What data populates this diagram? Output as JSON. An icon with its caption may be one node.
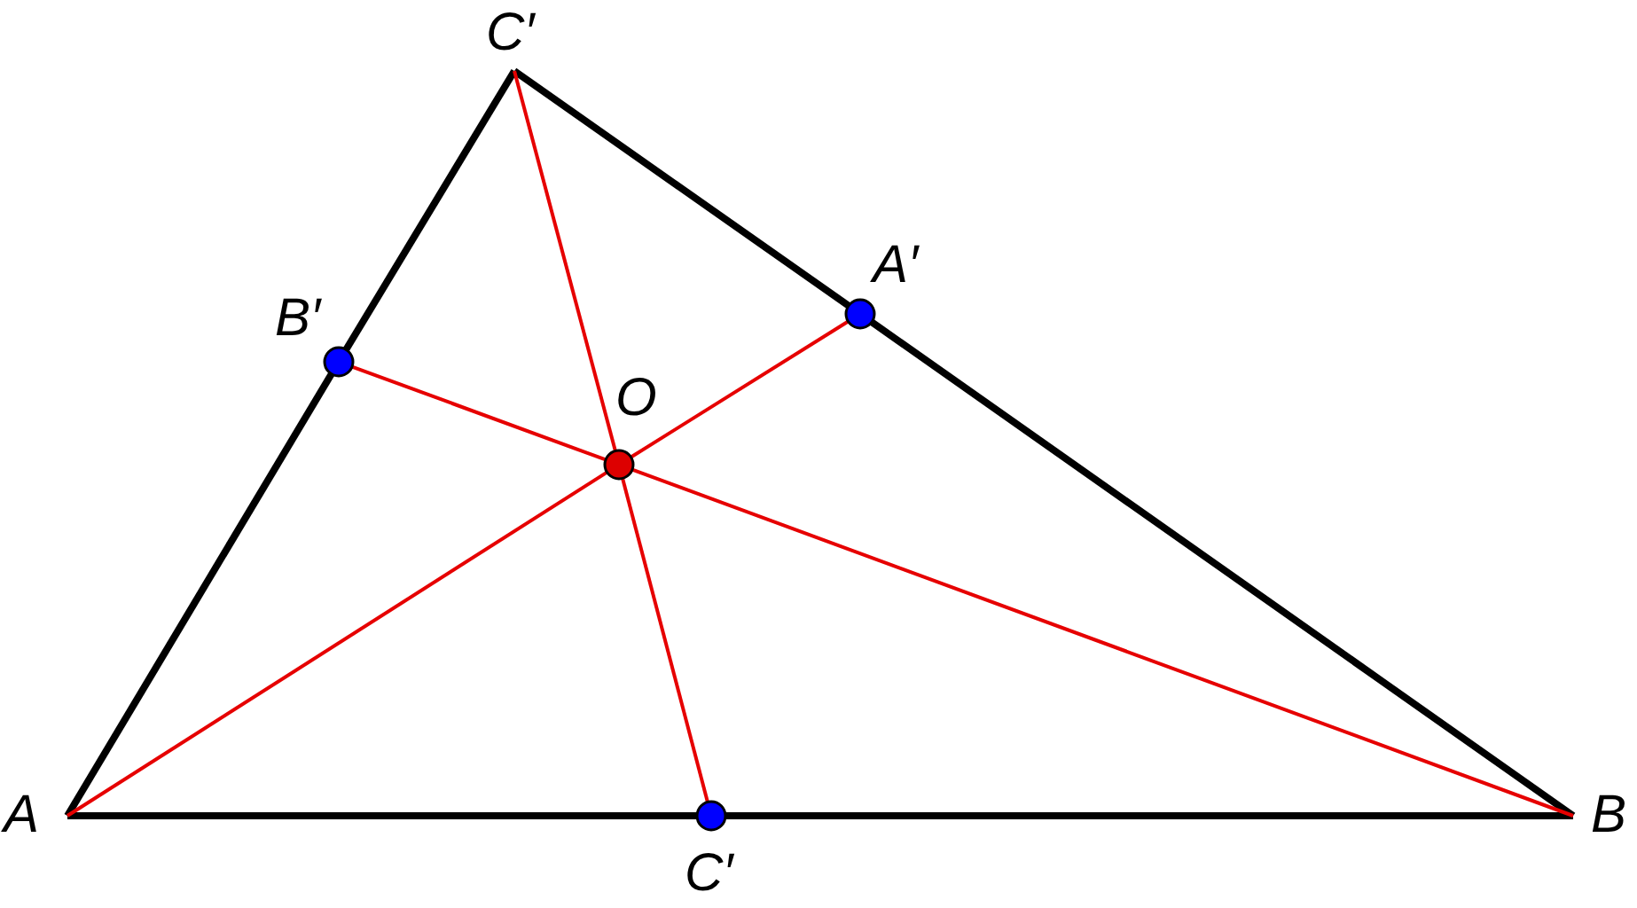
{
  "diagram": {
    "nodes": [
      {
        "text": [
          "A"
        ]
      },
      {
        "text": [
          "B"
        ]
      },
      {
        "text": [
          "C′"
        ]
      },
      {
        "text": [],
        "shape": "circle",
        "beside": [
          "A′"
        ]
      },
      {
        "text": [],
        "shape": "circle",
        "beside": [
          "B′"
        ]
      },
      {
        "text": [],
        "shape": "circle",
        "beside": [
          "C′"
        ]
      },
      {
        "text": [],
        "shape": "circle",
        "beside": [
          "O"
        ]
      }
    ],
    "edges": [
      {
        "from": 0,
        "to": 4,
        "arrow": "none",
        "style": "thick"
      },
      {
        "from": 4,
        "to": 2,
        "arrow": "none",
        "style": "thick"
      },
      {
        "from": 2,
        "to": 3,
        "arrow": "none",
        "style": "thick"
      },
      {
        "from": 3,
        "to": 1,
        "arrow": "none",
        "style": "thick"
      },
      {
        "from": 0,
        "to": 5,
        "arrow": "none",
        "style": "thick"
      },
      {
        "from": 5,
        "to": 1,
        "arrow": "none",
        "style": "thick"
      },
      {
        "from": 2,
        "to": 6,
        "arrow": "none",
        "color": "#e60000"
      },
      {
        "from": 6,
        "to": 5,
        "arrow": "none",
        "color": "#e60000"
      },
      {
        "from": 4,
        "to": 6,
        "arrow": "none",
        "color": "#e60000"
      },
      {
        "from": 6,
        "to": 1,
        "arrow": "none",
        "color": "#e60000"
      },
      {
        "from": 0,
        "to": 6,
        "arrow": "none",
        "color": "#e60000"
      },
      {
        "from": 6,
        "to": 3,
        "arrow": "none",
        "color": "#e60000"
      }
    ]
  }
}
